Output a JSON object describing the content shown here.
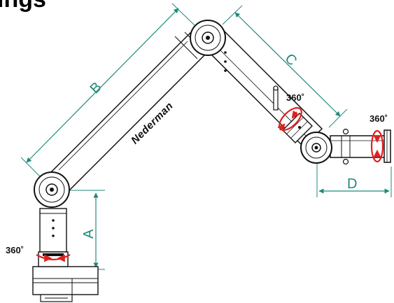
{
  "heading_fragment": "ings",
  "brand_label": "Nederman",
  "dimensions": {
    "A": "A",
    "B": "B",
    "C": "C",
    "D": "D"
  },
  "rotation_label": "360˚",
  "colors": {
    "dimension_line": "#1f8a7a",
    "rotation_arrow": "#e02020",
    "outline": "#111111",
    "body_fill": "#ffffff"
  }
}
